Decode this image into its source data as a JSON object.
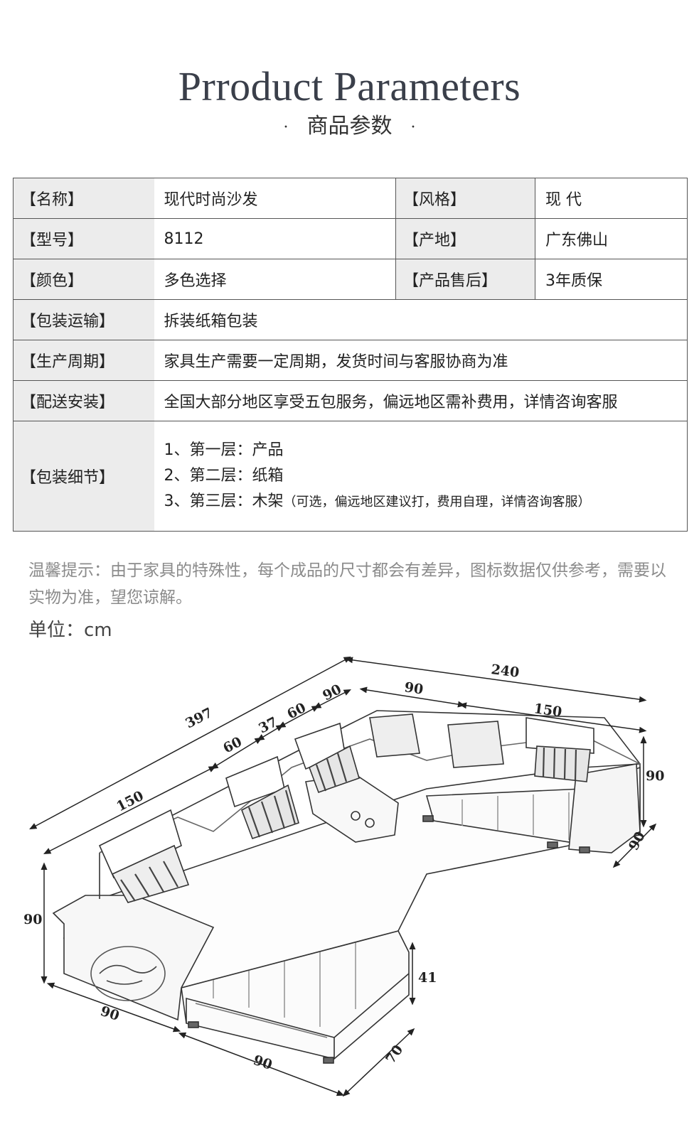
{
  "header": {
    "title": "Prroduct Parameters",
    "subtitle": "商品参数",
    "dot": "·"
  },
  "params": {
    "rows": [
      {
        "label": "【名称】",
        "value": "现代时尚沙发",
        "label2": "【风格】",
        "value2": "现 代"
      },
      {
        "label": "【型号】",
        "value": "8112",
        "label2": "【产地】",
        "value2": "广东佛山"
      },
      {
        "label": "【颜色】",
        "value": "多色选择",
        "label2": "【产品售后】",
        "value2": "3年质保"
      },
      {
        "label": "【包装运输】",
        "value": "拆装纸箱包装"
      },
      {
        "label": "【生产周期】",
        "value": "家具生产需要一定周期，发货时间与客服协商为准"
      },
      {
        "label": "【配送安装】",
        "value": "全国大部分地区享受五包服务，偏远地区需补费用，详情咨询客服"
      }
    ],
    "packaging": {
      "label": "【包装细节】",
      "line1": "1、第一层：产品",
      "line2": "2、第二层：纸箱",
      "line3": "3、第三层：木架",
      "line3_note": "（可选，偏远地区建议打，费用自理，详情咨询客服）"
    }
  },
  "notice": {
    "text": "温馨提示：由于家具的特殊性，每个成品的尺寸都会有差异，图标数据仅供参考，需要以实物为准，望您谅解。"
  },
  "unit": {
    "text": "单位：cm"
  },
  "diagram": {
    "dims": {
      "d397": "397",
      "d150a": "150",
      "d60a": "60",
      "d37": "37",
      "d60b": "60",
      "d90a": "90",
      "d240": "240",
      "d90b": "90",
      "d150b": "150",
      "d90right_h": "90",
      "d90right_d": "90",
      "d90left_h": "90",
      "d90left_w": "90",
      "d90front": "90",
      "d70": "70",
      "d41": "41"
    }
  }
}
